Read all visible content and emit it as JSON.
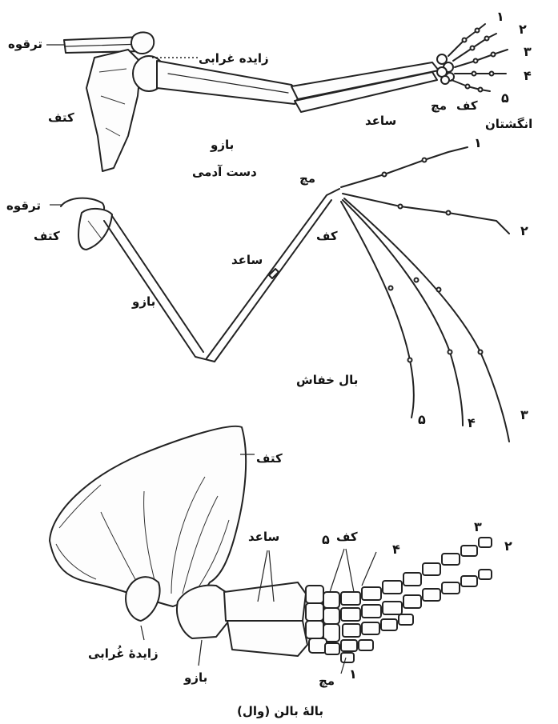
{
  "human_arm": {
    "title": "دست آدمی",
    "labels": {
      "clavicle": "ترقوه",
      "coracoid": "زایده غرابی",
      "scapula": "کتف",
      "humerus": "بازو",
      "forearm": "ساعد",
      "wrist": "مچ",
      "palm": "کف",
      "fingers": "انگشتان"
    },
    "digits": [
      "۱",
      "۲",
      "۳",
      "۴",
      "۵"
    ]
  },
  "bat_wing": {
    "title": "بال خفاش",
    "labels": {
      "clavicle": "ترقوه",
      "scapula": "کتف",
      "humerus": "بازو",
      "forearm": "ساعد",
      "wrist": "مچ",
      "palm": "کف"
    },
    "digits": [
      "۱",
      "۲",
      "۳",
      "۴",
      "۵"
    ]
  },
  "whale_flipper": {
    "title": "بالهٔ بالن (وال)",
    "labels": {
      "scapula": "کتف",
      "forearm": "ساعد",
      "palm": "کف",
      "coracoid": "زایدهٔ غُرابی",
      "humerus": "بازو",
      "wrist": "مچ"
    },
    "digits": [
      "۱",
      "۲",
      "۳",
      "۴",
      "۵"
    ]
  }
}
